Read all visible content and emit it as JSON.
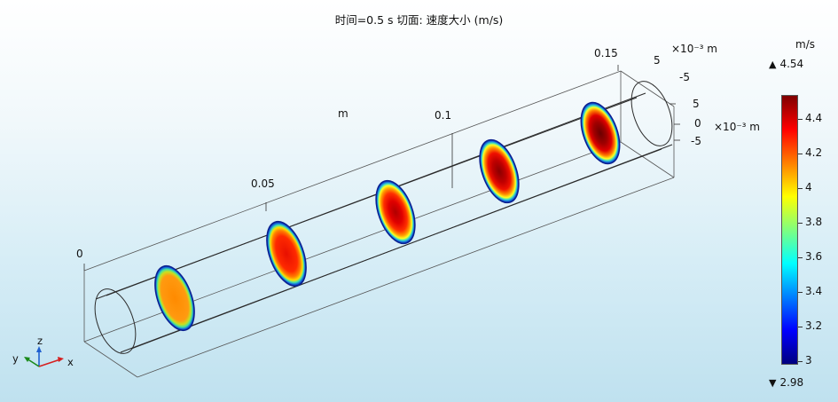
{
  "plot": {
    "title_label": "时间=0.5 s   切面: 速度大小 (m/s)"
  },
  "axes": {
    "x_unit": "m",
    "x_ticks": [
      "0",
      "0.05",
      "0.1",
      "0.15"
    ],
    "yz_unit": "×10⁻³ m",
    "y_ticks": [
      "5",
      "-5"
    ],
    "z_ticks": [
      "5",
      "0",
      "-5"
    ]
  },
  "triad": {
    "x": "x",
    "y": "y",
    "z": "z"
  },
  "colorbar": {
    "unit": "m/s",
    "max_label": "4.54",
    "min_label": "2.98",
    "tick_labels": [
      "4.4",
      "4.2",
      "4",
      "3.8",
      "3.6",
      "3.4",
      "3.2",
      "3"
    ],
    "min_value": 2.98,
    "max_value": 4.54,
    "tick_values": [
      4.4,
      4.2,
      4.0,
      3.8,
      3.6,
      3.4,
      3.2,
      3.0
    ],
    "colormap": [
      "#00007f",
      "#0000ff",
      "#007fff",
      "#00ffff",
      "#7fff7f",
      "#ffff00",
      "#ff7f00",
      "#ff0000",
      "#7f0000"
    ]
  },
  "colors": {
    "wireframe": "#2b2b2b",
    "triad_x": "#d62020",
    "triad_y": "#1a8a1a",
    "triad_z": "#2060d0"
  }
}
